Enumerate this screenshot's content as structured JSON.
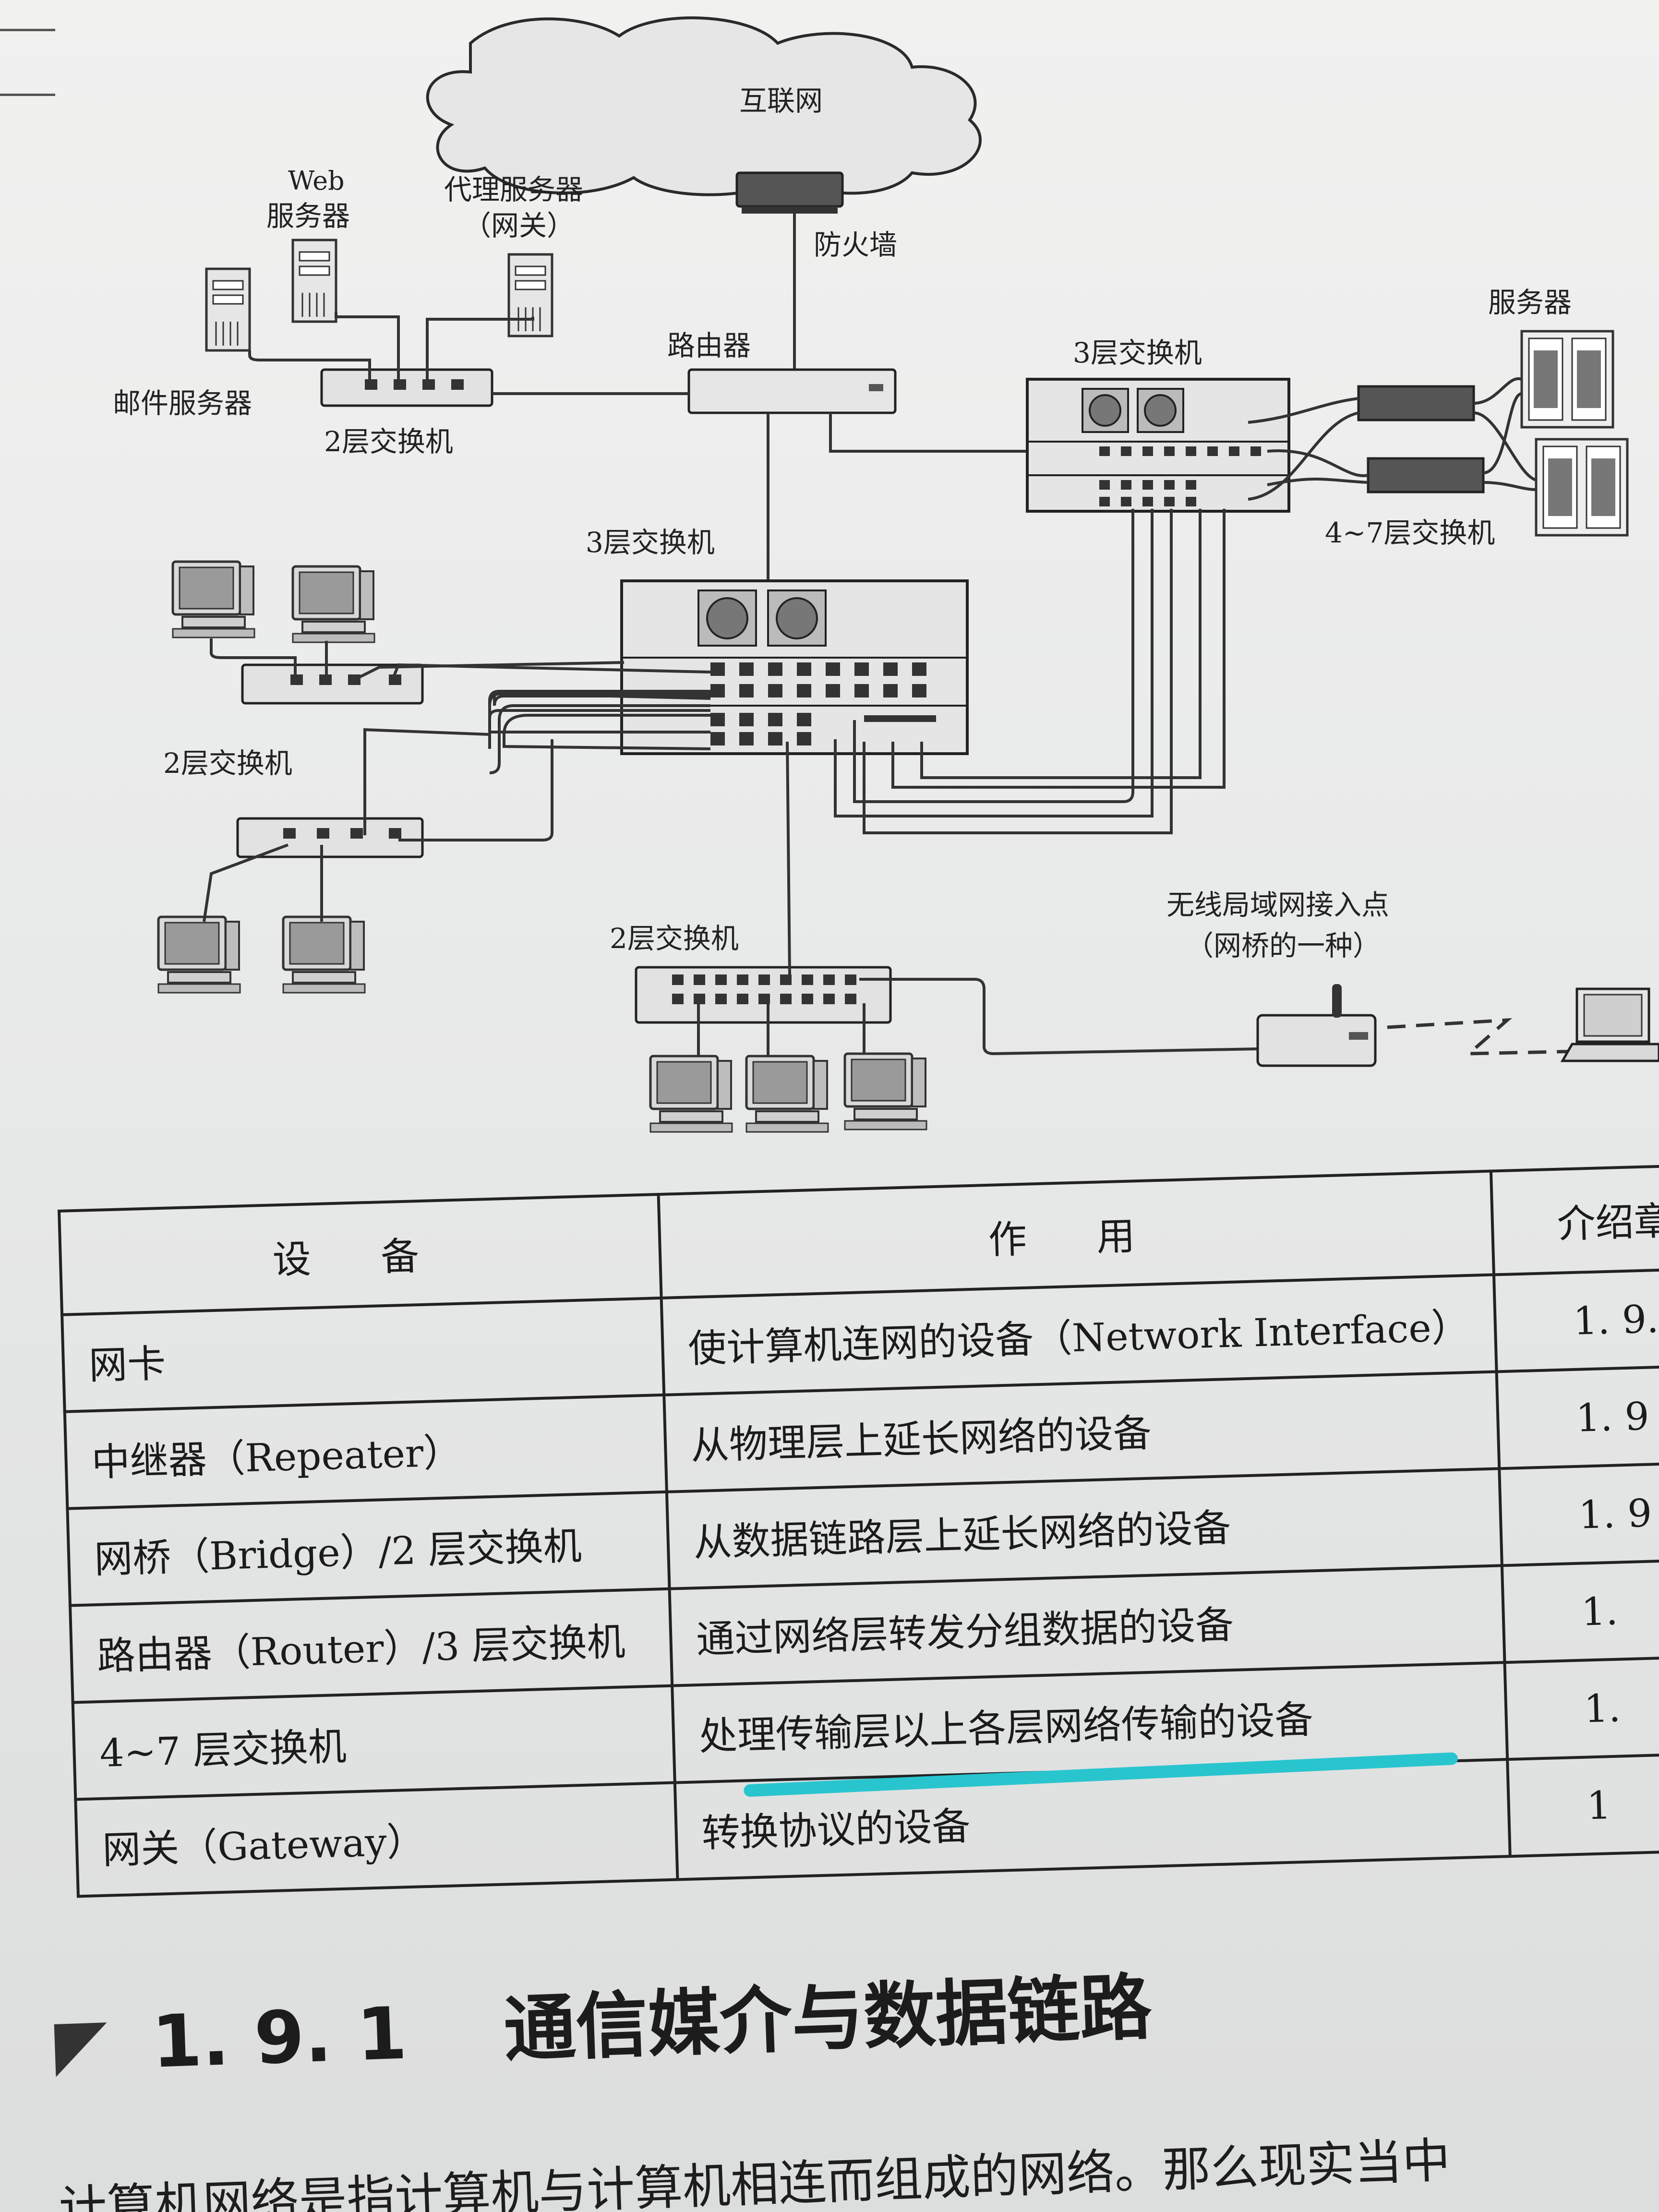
{
  "diagram": {
    "internet": "互联网",
    "firewall": "防火墙",
    "router": "路由器",
    "web_server": [
      "Web",
      "服务器"
    ],
    "proxy_server": [
      "代理服务器",
      "（网关）"
    ],
    "mail_server": "邮件服务器",
    "l2_switch_top": "2层交换机",
    "l3_switch_main": "3层交换机",
    "l3_switch_right": "3层交换机",
    "servers": "服务器",
    "l47_switch": "4~7层交换机",
    "l2_switch_left": "2层交换机",
    "l2_switch_bottom": "2层交换机",
    "wlan_ap": [
      "无线局域网接入点",
      "（网桥的一种）"
    ]
  },
  "table": {
    "headers": [
      "设 备",
      "作 用",
      "介绍章"
    ],
    "rows": [
      {
        "device": "网卡",
        "role": "使计算机连网的设备（Network Interface）",
        "chapter": "1. 9."
      },
      {
        "device": "中继器（Repeater）",
        "role": "从物理层上延长网络的设备",
        "chapter": "1. 9"
      },
      {
        "device": "网桥（Bridge）/2 层交换机",
        "role": "从数据链路层上延长网络的设备",
        "chapter": "1. 9"
      },
      {
        "device": "路由器（Router）/3 层交换机",
        "role": "通过网络层转发分组数据的设备",
        "chapter": "1."
      },
      {
        "device": "4~7 层交换机",
        "role": "处理传输层以上各层网络传输的设备",
        "chapter": "1."
      },
      {
        "device": "网关（Gateway）",
        "role": "转换协议的设备",
        "chapter": "1"
      }
    ]
  },
  "section": {
    "number": "1. 9. 1",
    "title": "通信媒介与数据链路"
  },
  "body_text": {
    "line1_end": "计算机网络是指计算机与计算机相连而组成的网络。那么现实当中",
    "line2": "计算机网络是指计算机与计算机相连而组成的网络。那么现实当中"
  },
  "colors": {
    "highlight": "#29c5cf"
  }
}
